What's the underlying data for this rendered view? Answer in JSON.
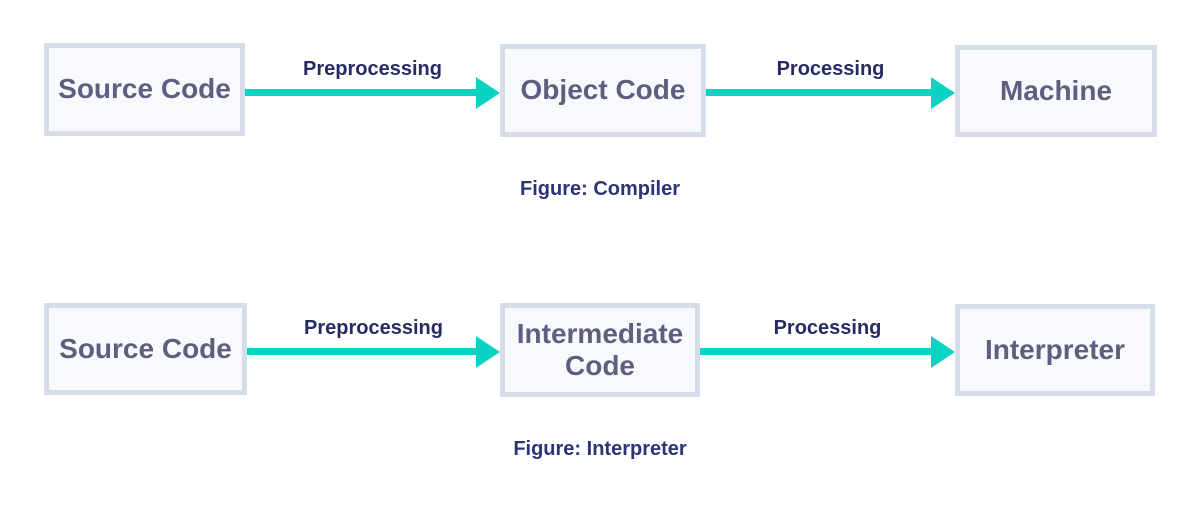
{
  "colors": {
    "background": "#ffffff",
    "node_fill": "#f8f9fd",
    "node_border": "#d4dde9",
    "node_text": "#5e5f7e",
    "arrow": "#0bd3c3",
    "arrow_label_text": "#262c63",
    "caption_text": "#2b3575"
  },
  "diagrams": [
    {
      "name": "compiler",
      "caption": "Figure: Compiler",
      "nodes": [
        {
          "label": "Source Code"
        },
        {
          "label": "Object Code"
        },
        {
          "label": "Machine"
        }
      ],
      "arrows": [
        {
          "label": "Preprocessing"
        },
        {
          "label": "Processing"
        }
      ]
    },
    {
      "name": "interpreter",
      "caption": "Figure: Interpreter",
      "nodes": [
        {
          "label": "Source Code"
        },
        {
          "label": "Intermediate Code"
        },
        {
          "label": "Interpreter"
        }
      ],
      "arrows": [
        {
          "label": "Preprocessing"
        },
        {
          "label": "Processing"
        }
      ]
    }
  ]
}
